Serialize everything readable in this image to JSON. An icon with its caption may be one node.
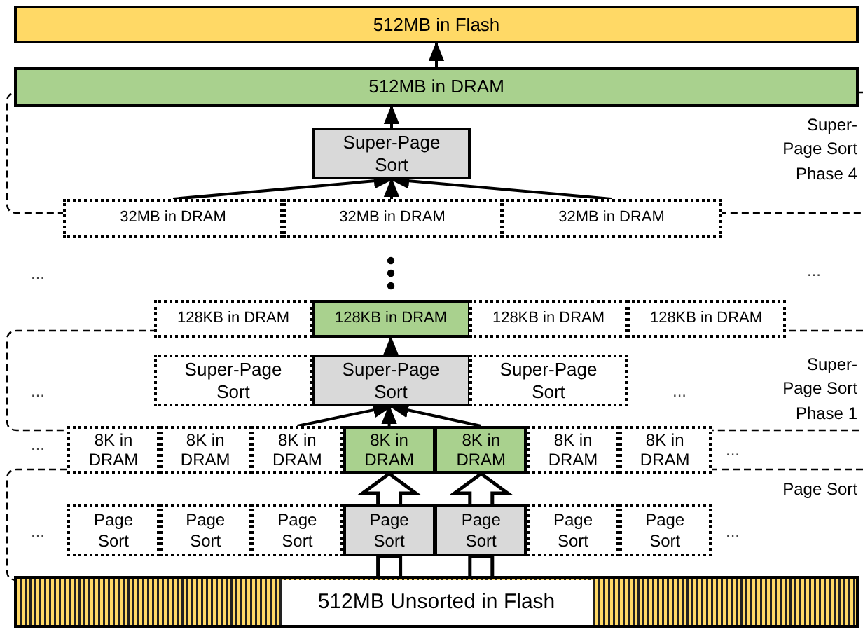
{
  "diagram": {
    "nodes": [
      {
        "text": [
          "512MB in Flash"
        ]
      },
      {
        "text": [
          "512MB in DRAM"
        ]
      },
      {
        "text": [
          "Super-Page Sort"
        ]
      },
      {
        "text": [
          "32MB in DRAM"
        ]
      },
      {
        "text": [
          "32MB in DRAM"
        ]
      },
      {
        "text": [
          "32MB in DRAM"
        ]
      },
      {
        "text": [
          "128KB in DRAM"
        ]
      },
      {
        "text": [
          "128KB in DRAM"
        ]
      },
      {
        "text": [
          "128KB in DRAM"
        ]
      },
      {
        "text": [
          "128KB in DRAM"
        ]
      },
      {
        "text": [
          "Super-Page Sort"
        ]
      },
      {
        "text": [
          "Super-Page Sort"
        ]
      },
      {
        "text": [
          "Super-Page Sort"
        ]
      },
      {
        "text": [
          "8K in DRAM"
        ]
      },
      {
        "text": [
          "8K in DRAM"
        ]
      },
      {
        "text": [
          "8K in DRAM"
        ]
      },
      {
        "text": [
          "8K in DRAM"
        ]
      },
      {
        "text": [
          "8K in DRAM"
        ]
      },
      {
        "text": [
          "8K in DRAM"
        ]
      },
      {
        "text": [
          "8K in DRAM"
        ]
      },
      {
        "text": [
          "Page Sort"
        ]
      },
      {
        "text": [
          "Page Sort"
        ]
      },
      {
        "text": [
          "Page Sort"
        ]
      },
      {
        "text": [
          "Page Sort"
        ]
      },
      {
        "text": [
          "Page Sort"
        ]
      },
      {
        "text": [
          "Page Sort"
        ]
      },
      {
        "text": [
          "Page Sort"
        ]
      },
      {
        "text": [
          "512MB Unsorted in Flash"
        ]
      }
    ],
    "edges": [
      {
        "from": 1,
        "to": 0,
        "arrow": "to"
      },
      {
        "from": 2,
        "to": 1,
        "arrow": "to"
      },
      {
        "from": 3,
        "to": 2,
        "arrow": "to"
      },
      {
        "from": 4,
        "to": 2,
        "arrow": "to"
      },
      {
        "from": 5,
        "to": 2,
        "arrow": "to"
      },
      {
        "from": 11,
        "to": 7,
        "arrow": "to"
      },
      {
        "from": 15,
        "to": 11,
        "arrow": "to"
      },
      {
        "from": 16,
        "to": 11,
        "arrow": "to"
      },
      {
        "from": 17,
        "to": 11,
        "arrow": "to"
      },
      {
        "from": 27,
        "to": 23,
        "arrow": "none",
        "style": "thick"
      },
      {
        "from": 23,
        "to": 16,
        "arrow": "to",
        "style": "thick"
      },
      {
        "from": 27,
        "to": 24,
        "arrow": "none",
        "style": "thick"
      },
      {
        "from": 24,
        "to": 17,
        "arrow": "to",
        "style": "thick"
      }
    ],
    "labels": [
      "Super-Page Sort Phase 4",
      "...",
      "...",
      "...",
      "...",
      "Super-Page Sort Phase 1",
      "...",
      "...",
      "Page Sort",
      "...",
      "..."
    ]
  }
}
